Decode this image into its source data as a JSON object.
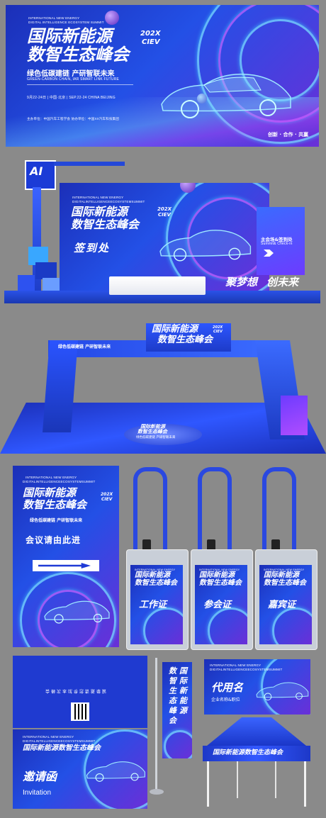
{
  "banner": {
    "en1": "INTERNATIONAL NEW ENERGY",
    "en2": "DIGITAL INTELLIGENCE ECOSYSTEM SUMMIT",
    "title1": "国际新能源",
    "title2": "数智生态峰会",
    "year": "202X",
    "ciev": "CIEV",
    "slogan": "绿色低碳建链  产研智联未来",
    "slogan_en": "GREEN-CARBON CHAIN, IAR SMART LINK FUTURE",
    "date": "9月22-24日 | 中国·北京 | SEP.22-24 CHINA BEIJING",
    "organizer": "主办单位：中国汽车工程学会     协办单位：中国XX汽车科技集团",
    "motto": "创新 · 合作 · 共赢"
  },
  "checkin": {
    "logo": "AI",
    "en1": "INTERNATIONAL NEW ENERGY",
    "en2": "DIGITALINTELLIGENCEECOSYSTEMSUMMIT",
    "title1": "国际新能源",
    "title2": "数智生态峰会",
    "year": "202X",
    "ciev": "CIEV",
    "sign": "签到处",
    "side_cn": "主会场&签到处",
    "side_en": "Summit& Check-in",
    "slogan_a": "聚梦想",
    "slogan_b": "创未来"
  },
  "arch": {
    "title1": "国际新能源",
    "title2": "数智生态峰会",
    "year": "202X",
    "ciev": "CIEV",
    "tagline": "绿色低碳建链  产研智联未来",
    "floor1": "国际新能源",
    "floor2": "数智生态峰会",
    "floor3": "绿色低碳建链 产研智联未来"
  },
  "poster": {
    "en1": "INTERNATIONAL NEW ENERGY",
    "en2": "DIGITALINTELLIGENCEECOSYSTEMSUMMIT",
    "title1": "国际新能源",
    "title2": "数智生态峰会",
    "year": "202X",
    "ciev": "CIEV",
    "slogan": "绿色低碳建链  产研智联未来",
    "enter": "会议请由此进"
  },
  "badges": [
    {
      "en": "INTERNATIONAL NEW ENERGY",
      "title1": "国际新能源",
      "title2": "数智生态峰会",
      "role": "工作证"
    },
    {
      "en": "INTERNATIONAL NEW ENERGY",
      "title1": "国际新能源",
      "title2": "数智生态峰会",
      "role": "参会证"
    },
    {
      "en": "INTERNATIONAL NEW ENERGY",
      "title1": "国际新能源",
      "title2": "数智生态峰会",
      "role": "嘉宾证"
    }
  ],
  "invitation": {
    "back_text": "诚挚邀请您参加本次峰会",
    "en1": "INTERNATIONAL NEW ENERGY",
    "en2": "DIGITALINTELLIGENCEECOSYSTEMSUMMIT",
    "title": "国际新能源数智生态峰会",
    "label_cn": "邀请函",
    "label_en": "Invitation"
  },
  "flag": {
    "text": "国际新能源数智生态峰会",
    "col1": "数智生态峰会",
    "col2": "国际新能源"
  },
  "namecard": {
    "en1": "INTERNATIONAL NEW ENERGY",
    "en2": "DIGITALINTELLIGENCEECOSYSTEMSUMMIT",
    "name": "代用名",
    "company": "企业名称&职位"
  },
  "tent": {
    "text": "国际新能源数智生态峰会"
  }
}
